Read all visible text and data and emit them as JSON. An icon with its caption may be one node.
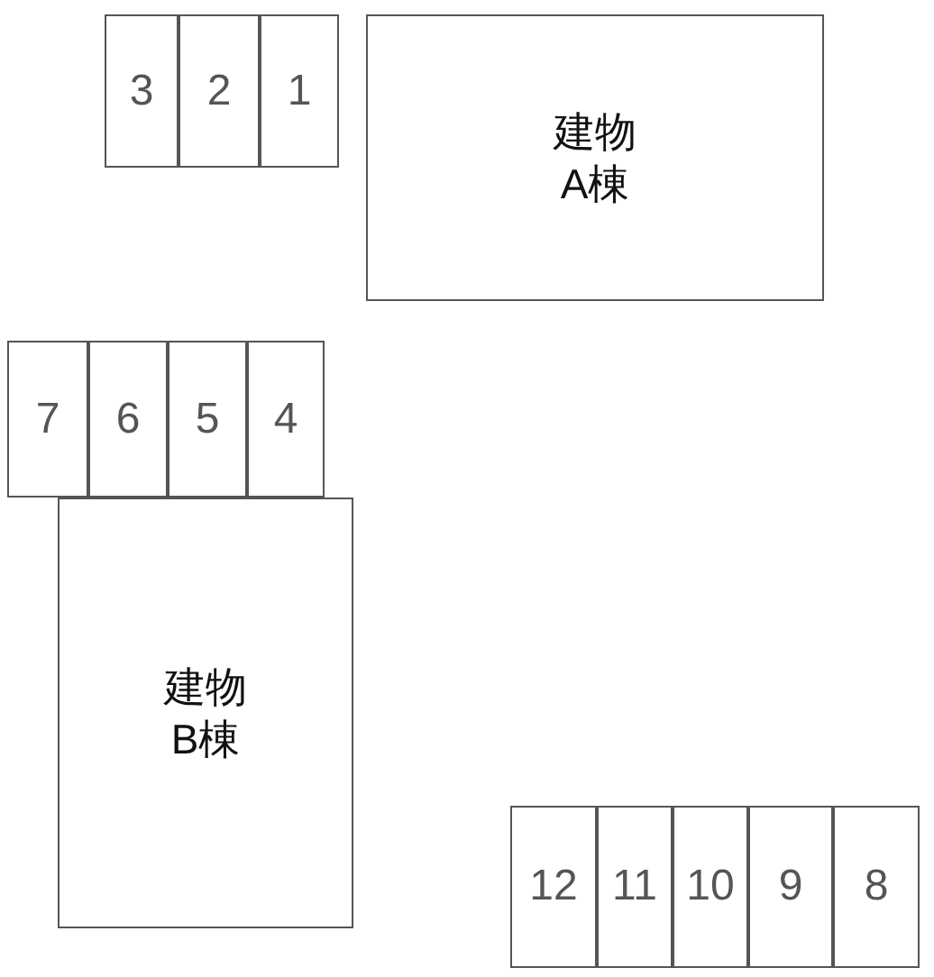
{
  "diagram": {
    "nodes": [
      {
        "text": [
          "3"
        ]
      },
      {
        "text": [
          "2"
        ]
      },
      {
        "text": [
          "1"
        ]
      },
      {
        "text": [
          "建物A棟"
        ]
      },
      {
        "text": [
          "7"
        ]
      },
      {
        "text": [
          "6"
        ]
      },
      {
        "text": [
          "5"
        ]
      },
      {
        "text": [
          "4"
        ]
      },
      {
        "text": [
          "建物B棟"
        ]
      },
      {
        "text": [
          "12"
        ]
      },
      {
        "text": [
          "11"
        ]
      },
      {
        "text": [
          "10"
        ]
      },
      {
        "text": [
          "9"
        ]
      },
      {
        "text": [
          "8"
        ]
      }
    ]
  }
}
